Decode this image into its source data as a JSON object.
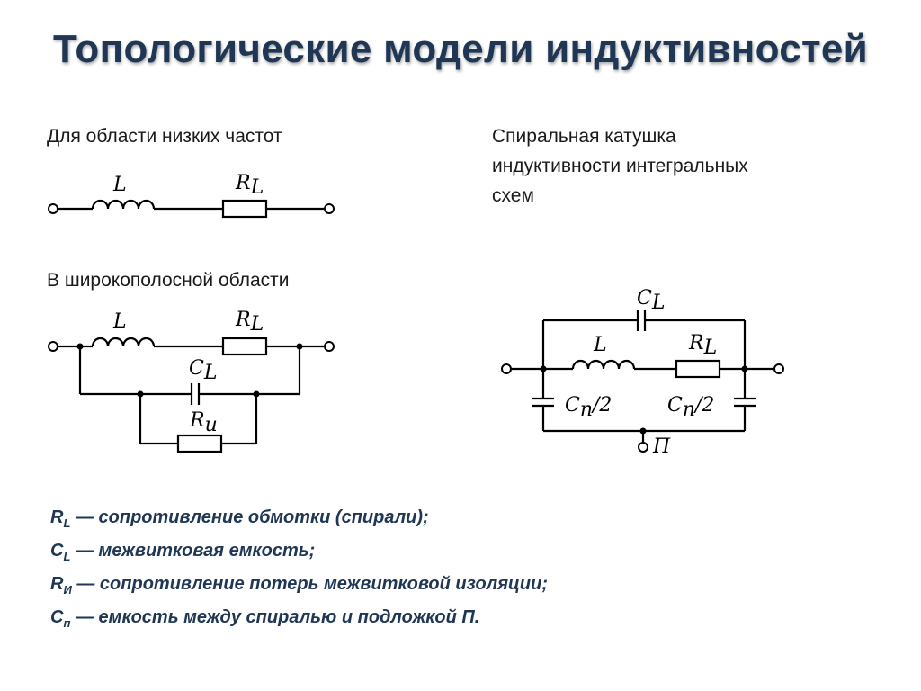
{
  "title": "Топологические модели индуктивностей",
  "captions": {
    "low_freq": "Для области низких частот",
    "wideband": "В широкополосной  области",
    "spiral_lines": [
      "Спиральная катушка",
      "индуктивности интегральных",
      "схем"
    ]
  },
  "labels": {
    "L": "L",
    "R": "R",
    "C": "C",
    "sub_L": "L",
    "sub_i": "и",
    "sub_p": "п",
    "half": "/2",
    "P": "П"
  },
  "legend": [
    {
      "symbol": "R",
      "sub": "L",
      "text": " — сопротивление обмотки (спирали);"
    },
    {
      "symbol": "C",
      "sub": "L",
      "text": " — межвитковая емкость;"
    },
    {
      "symbol": "R",
      "sub": "И",
      "text": " — сопротивление потерь межвитковой изоляции;"
    },
    {
      "symbol": "С",
      "sub": "п",
      "text": " — емкость между спиралью и подложкой П."
    }
  ]
}
